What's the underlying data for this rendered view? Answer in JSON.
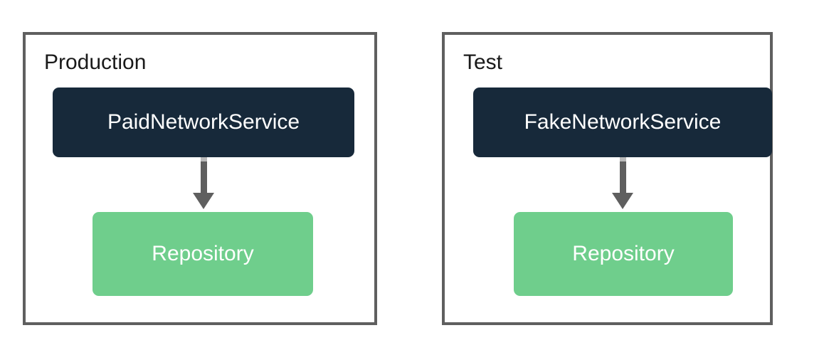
{
  "diagram": {
    "type": "architecture-comparison",
    "panels": [
      {
        "title": "Production",
        "service": "PaidNetworkService",
        "repository": "Repository",
        "edge": "service -> repository"
      },
      {
        "title": "Test",
        "service": "FakeNetworkService",
        "repository": "Repository",
        "edge": "service -> repository"
      }
    ],
    "colors": {
      "background": "#ffffff",
      "border": "#5f5f5f",
      "arrow": "#5f5f5f",
      "service_box": "#17293a",
      "repository_box": "#6fce8c",
      "title_text": "#1a1a1a",
      "box_text": "#ffffff"
    }
  }
}
